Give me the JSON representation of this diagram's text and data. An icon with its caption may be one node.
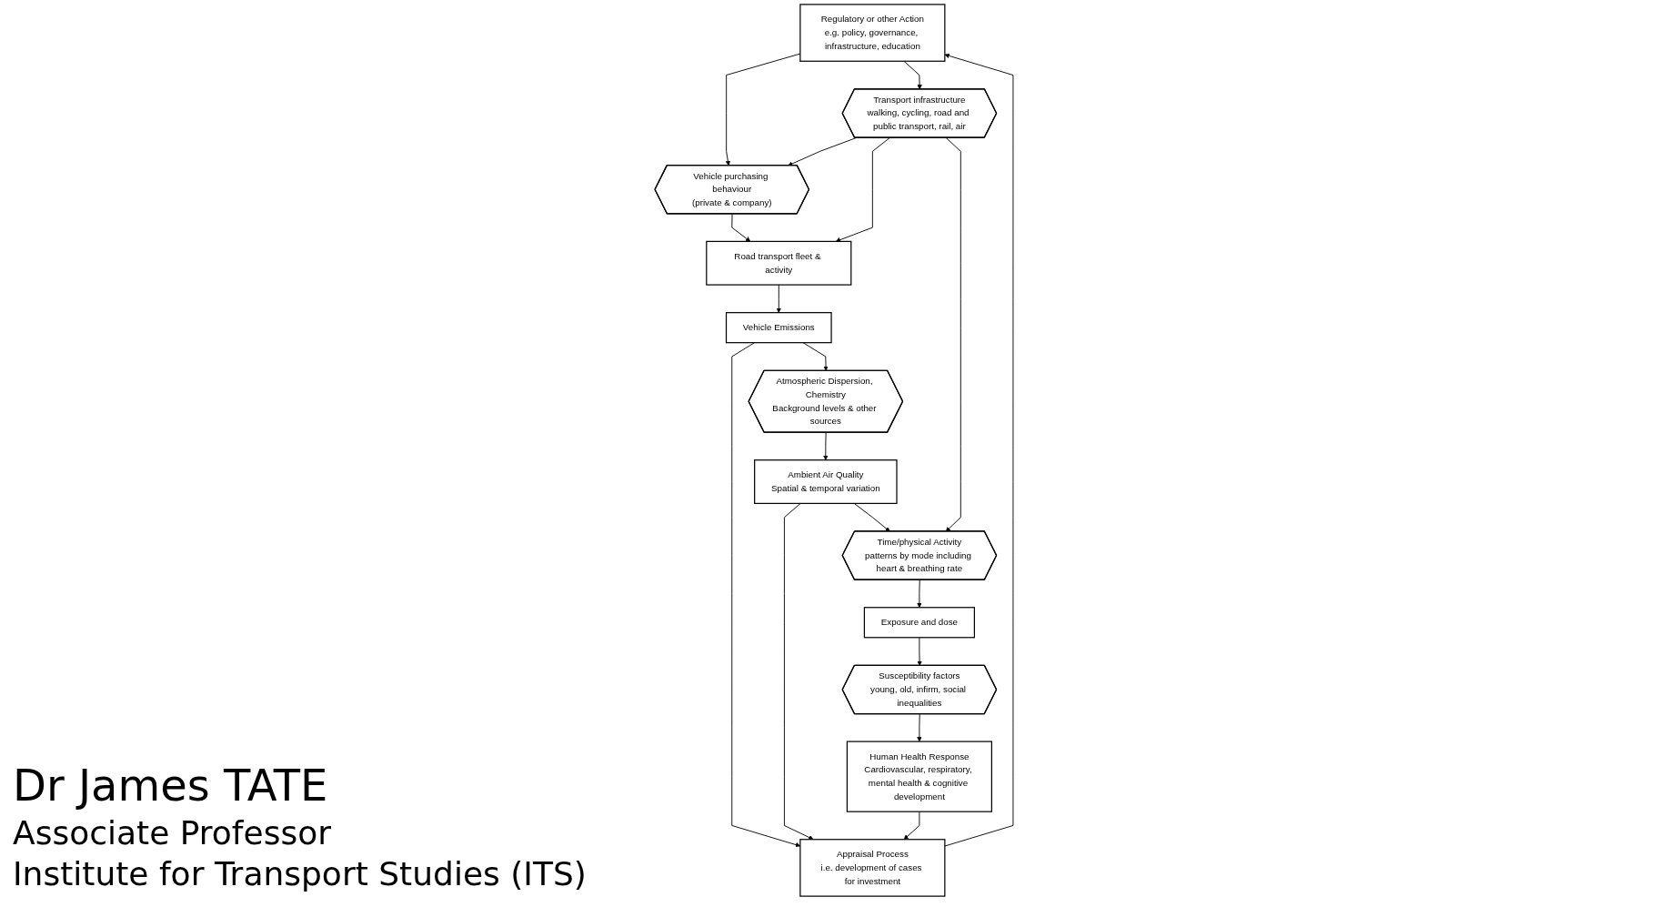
{
  "diagram": {
    "nodes": [
      {
        "text": [
          "Regulatory or other Action",
          "e.g. policy, governance, infrastructure, education"
        ]
      },
      {
        "text": [
          "Appraisal Process",
          "i.e. development of cases for investment"
        ]
      },
      {
        "text": [
          "Vehicle purchasing behaviour",
          "(private & company)"
        ]
      },
      {
        "text": [
          "Road transport fleet & activity"
        ]
      },
      {
        "text": [
          "Vehicle Emissions"
        ]
      },
      {
        "text": [
          "Atmospheric Dispersion, Chemistry",
          "Background levels & other sources"
        ]
      },
      {
        "text": [
          "Ambient Air Quality",
          "Spatial & temporal variation"
        ]
      },
      {
        "text": [
          "Transport infrastructure",
          "walking, cycling, road and public transport, rail, air"
        ]
      },
      {
        "text": [
          "Time/physical Activity",
          "patterns by mode including heart & breathing rate"
        ]
      },
      {
        "text": [
          "Exposure and dose"
        ]
      },
      {
        "text": [
          "Susceptibility factors",
          "young, old, infirm, social inequalities"
        ]
      },
      {
        "text": [
          "Human Health Response",
          "Cardiovascular, respiratory, mental health & cognitive development"
        ]
      }
    ],
    "edges": [
      {
        "from": 1,
        "to": 0,
        "arrow": "to"
      },
      {
        "from": 0,
        "to": 2,
        "arrow": "to"
      },
      {
        "from": 0,
        "to": 7,
        "arrow": "to"
      },
      {
        "from": 2,
        "to": 3,
        "arrow": "to"
      },
      {
        "from": 3,
        "to": 4,
        "arrow": "to"
      },
      {
        "from": 4,
        "to": 1,
        "arrow": "to"
      },
      {
        "from": 4,
        "to": 5,
        "arrow": "to"
      },
      {
        "from": 5,
        "to": 6,
        "arrow": "to"
      },
      {
        "from": 6,
        "to": 1,
        "arrow": "to"
      },
      {
        "from": 6,
        "to": 8,
        "arrow": "to"
      },
      {
        "from": 7,
        "to": 2,
        "arrow": "to"
      },
      {
        "from": 7,
        "to": 3,
        "arrow": "to"
      },
      {
        "from": 7,
        "to": 8,
        "arrow": "to"
      },
      {
        "from": 8,
        "to": 9,
        "arrow": "to"
      },
      {
        "from": 9,
        "to": 10,
        "arrow": "to"
      },
      {
        "from": 10,
        "to": 11,
        "arrow": "to"
      },
      {
        "from": 11,
        "to": 1,
        "arrow": "to"
      }
    ],
    "labels": [
      "Dr James TATE",
      "Associate Professor",
      "Institute for Transport Studies (ITS)"
    ]
  }
}
